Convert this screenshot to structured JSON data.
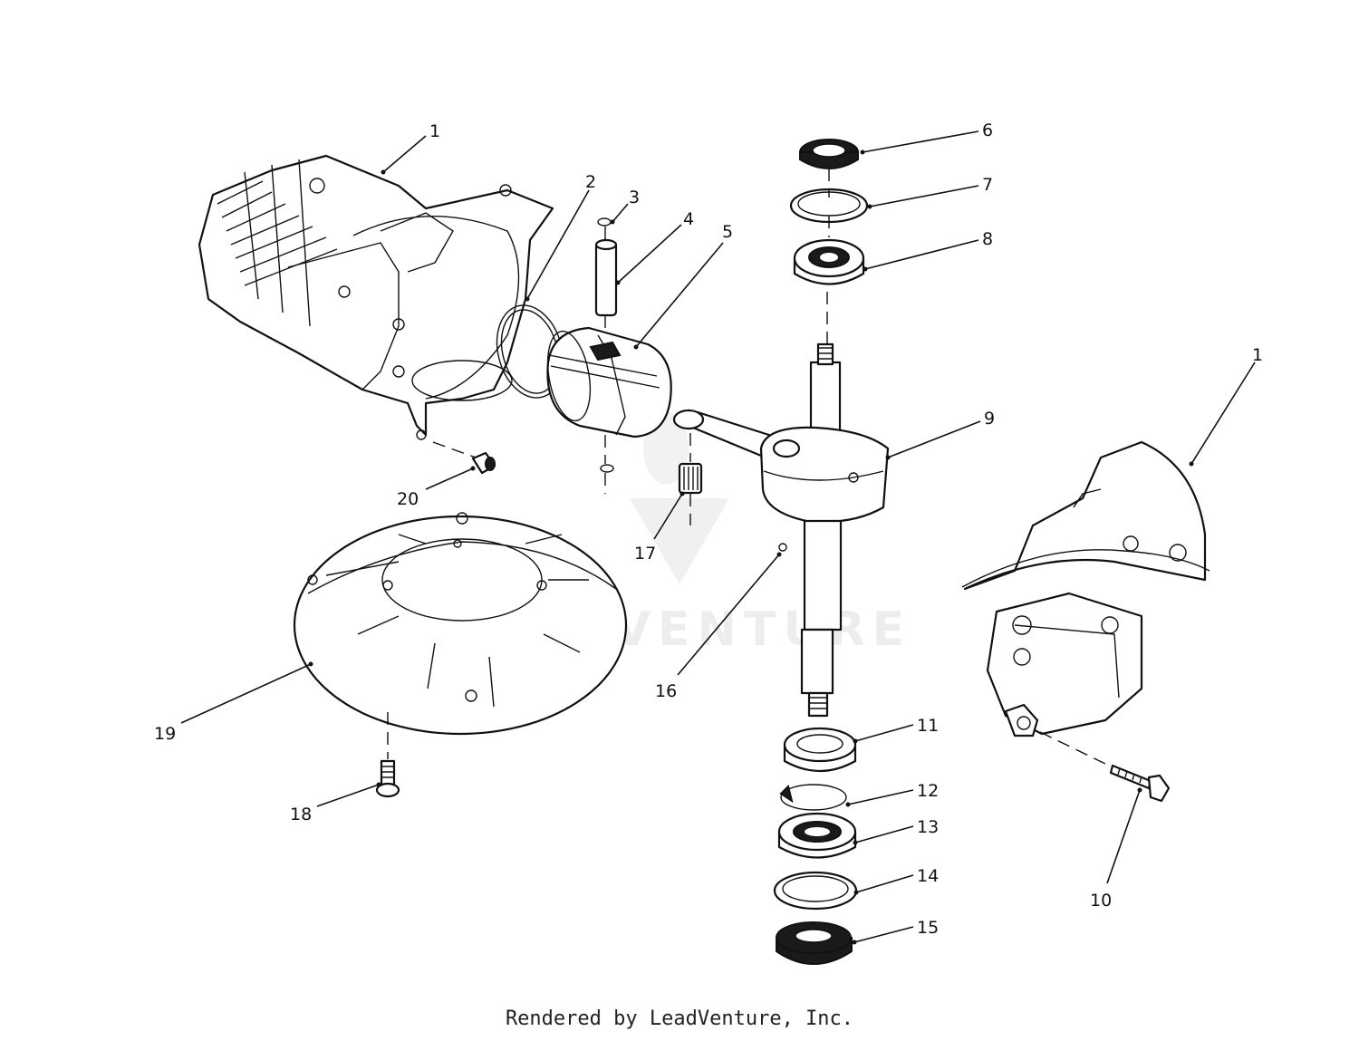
{
  "watermark": "LEADVENTURE",
  "credit": "Rendered by LeadVenture, Inc.",
  "callouts": {
    "c1a": "1",
    "c1b": "1",
    "c2": "2",
    "c3": "3",
    "c4": "4",
    "c5": "5",
    "c6": "6",
    "c7": "7",
    "c8": "8",
    "c9": "9",
    "c10": "10",
    "c11": "11",
    "c12": "12",
    "c13": "13",
    "c14": "14",
    "c15": "15",
    "c16": "16",
    "c17": "17",
    "c18": "18",
    "c19": "19",
    "c20": "20"
  }
}
